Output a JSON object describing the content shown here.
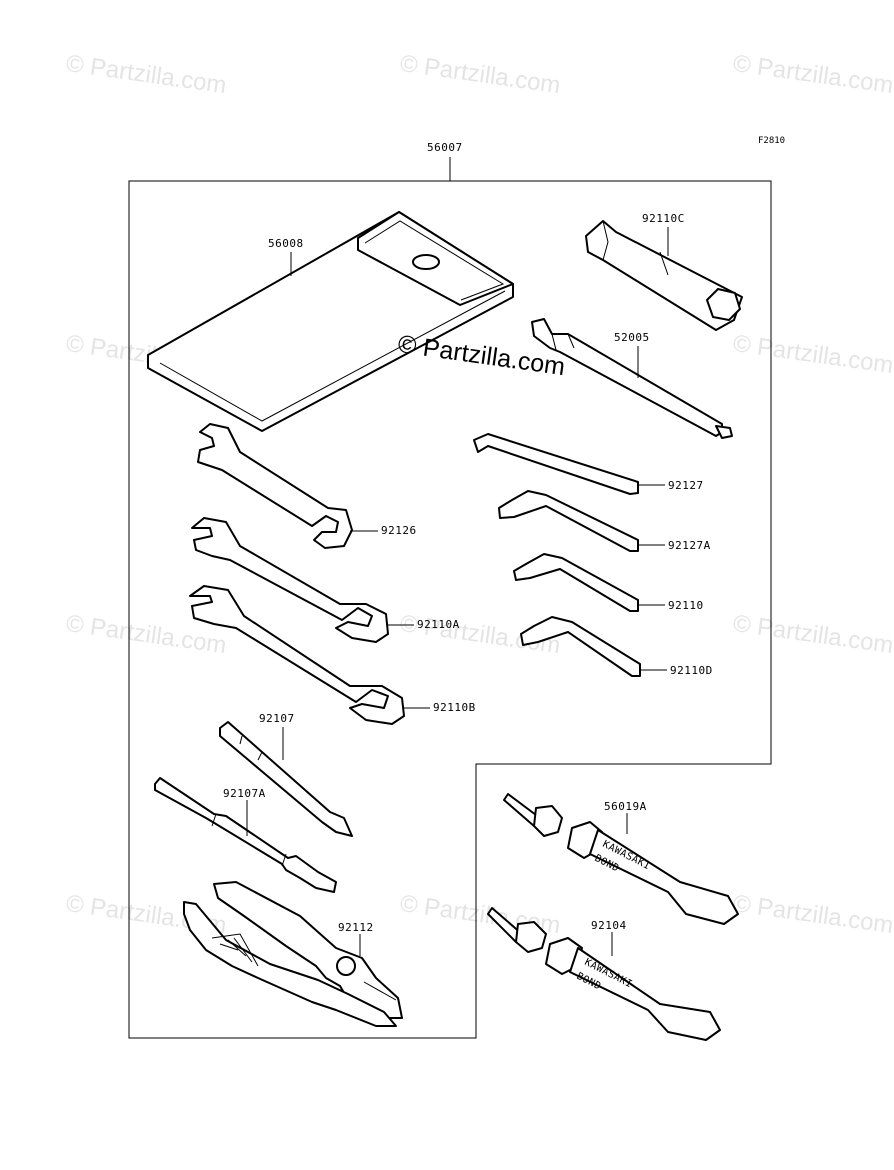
{
  "watermark": "© Partzilla.com",
  "center_watermark": "© Partzilla.com",
  "figure_code": "F2810",
  "callouts": {
    "kit": "56007",
    "case": "56008",
    "plug_wrench": "92110C",
    "plug_handle": "52005",
    "hex_wrench_1": "92127",
    "hex_wrench_2": "92127A",
    "hex_wrench_3": "92110",
    "hex_wrench_4": "92110D",
    "open_wrench_1": "92126",
    "open_wrench_2": "92110A",
    "open_wrench_3": "92110B",
    "screwdriver_bit": "92107",
    "screwdriver": "92107A",
    "pliers": "92112",
    "bond_1": "56019A",
    "bond_2": "92104"
  },
  "tube_text": {
    "brand": "KAWASAKI",
    "word": "BOND"
  }
}
